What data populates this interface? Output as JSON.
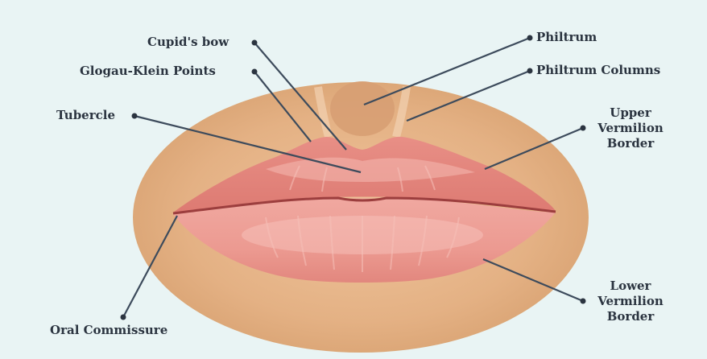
{
  "labels": {
    "cupids_bow": "Cupid's bow",
    "glogau_klein": "Glogau-Klein Points",
    "tubercle": "Tubercle",
    "oral_commissure": "Oral Commissure",
    "philtrum": "Philtrum",
    "philtrum_columns": "Philtrum Columns",
    "upper_vermilion": [
      "Upper",
      "Vermilion",
      "Border"
    ],
    "lower_vermilion": [
      "Lower",
      "Vermilion",
      "Border"
    ]
  },
  "colors": {
    "background": "#e9f4f4",
    "skin": "#e5b58a",
    "lip": "#e58c83",
    "leader_line": "#3d4b5c"
  }
}
